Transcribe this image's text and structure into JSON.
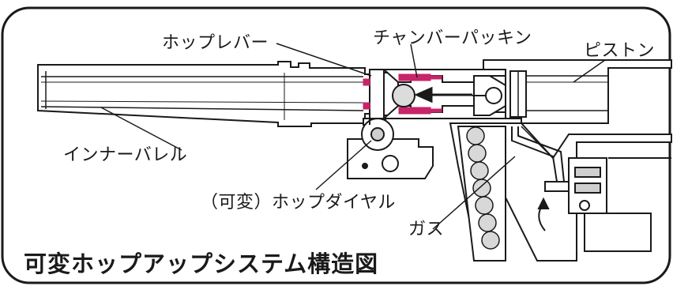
{
  "labels": {
    "hop_lever": "ホップレバー",
    "chamber_packing": "チャンバーパッキン",
    "piston": "ピストン",
    "inner_barrel": "インナーバレル",
    "hop_dial": "（可変）ホップダイヤル",
    "gas": "ガス"
  },
  "title": "可変ホップアップシステム構造図",
  "colors": {
    "line": "#1a1a1a",
    "accent": "#c8246a",
    "background": "#ffffff",
    "gray": "#cfcfcf"
  }
}
